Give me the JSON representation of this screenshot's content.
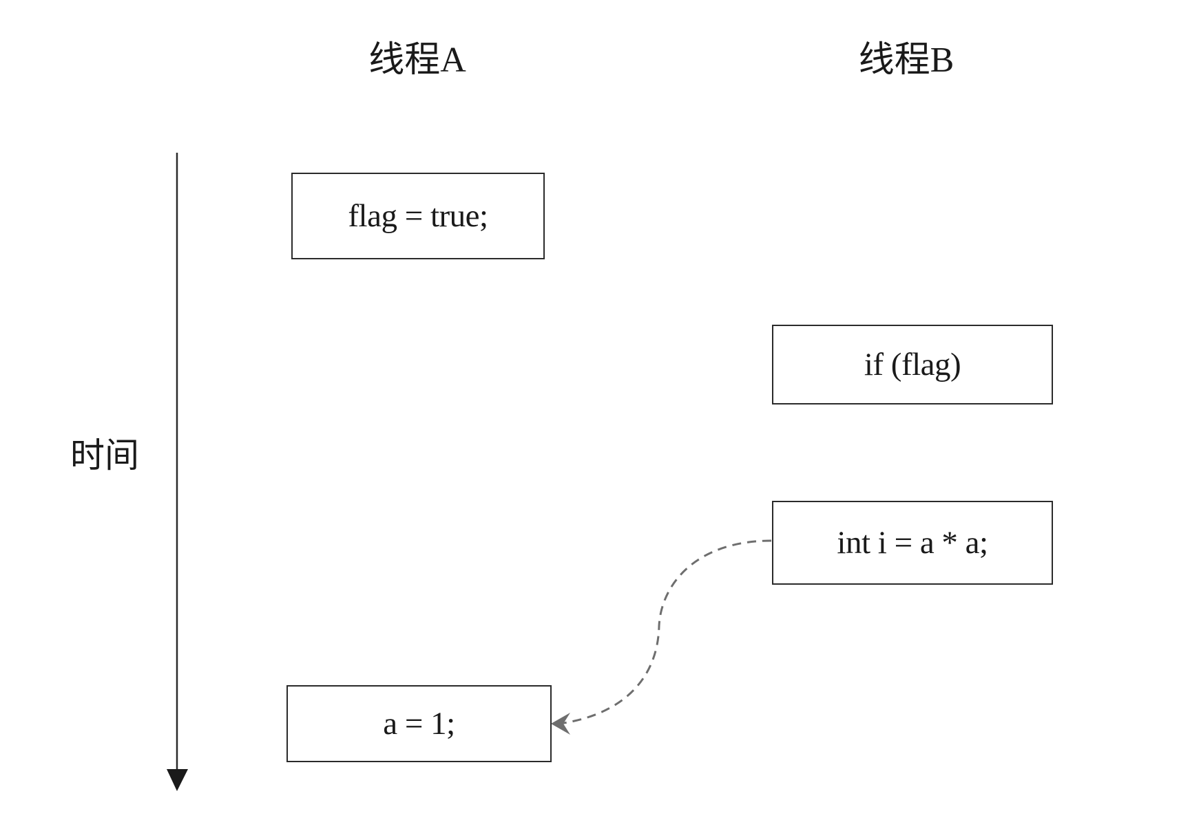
{
  "headers": {
    "thread_a": "线程A",
    "thread_b": "线程B"
  },
  "time_axis": {
    "label": "时间",
    "direction": "down"
  },
  "thread_a_steps": [
    {
      "code": "flag = true;"
    },
    {
      "code": "a = 1;"
    }
  ],
  "thread_b_steps": [
    {
      "code": "if (flag)"
    },
    {
      "code": "int i = a * a;"
    }
  ],
  "dependency_arrow": {
    "from": "int i = a * a;",
    "to": "a = 1;",
    "style": "dashed",
    "color": "#6e6e6e"
  },
  "colors": {
    "line": "#2a2a2a",
    "text": "#1a1a1a",
    "background": "#ffffff"
  }
}
